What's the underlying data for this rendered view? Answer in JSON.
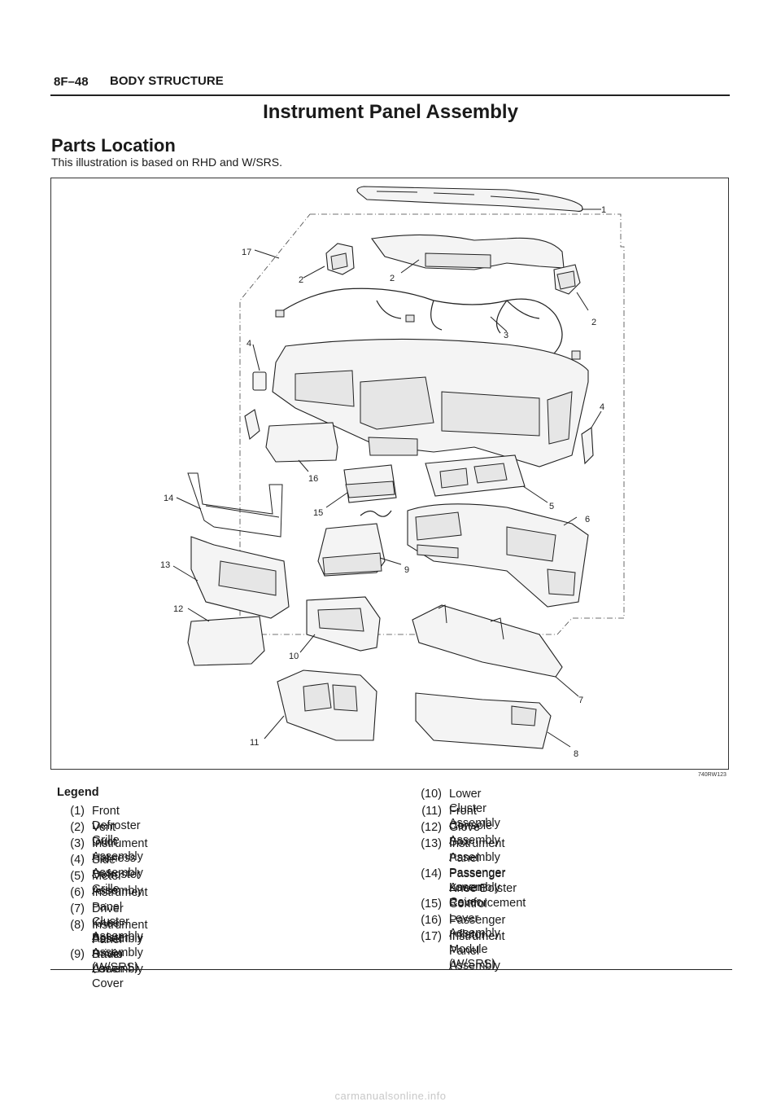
{
  "header": {
    "code": "8F–48",
    "section": "BODY STRUCTURE"
  },
  "title": "Instrument Panel Assembly",
  "subtitle": "Parts Location",
  "intro": "This illustration is based on RHD and W/SRS.",
  "figure": {
    "id": "740RW123",
    "callouts": [
      "1",
      "2",
      "2",
      "2",
      "3",
      "4",
      "4",
      "5",
      "6",
      "7",
      "8",
      "9",
      "10",
      "11",
      "12",
      "13",
      "14",
      "15",
      "16",
      "17"
    ]
  },
  "legend": {
    "title": "Legend",
    "items": [
      {
        "num": "(1)",
        "text": "Front Defroster Grille"
      },
      {
        "num": "(2)",
        "text": "Vent Duct Assembly"
      },
      {
        "num": "(3)",
        "text": "Instrument Harness Assembly"
      },
      {
        "num": "(4)",
        "text": "Side Defroster Grille"
      },
      {
        "num": "(5)",
        "text": "Meter Assembly"
      },
      {
        "num": "(6)",
        "text": "Instrument Panel Cluster Assembly"
      },
      {
        "num": "(7)",
        "text": "Driver Knee Bolster Assembly (W/SRS)"
      },
      {
        "num": "(8)",
        "text": "Instrument Panel Driver Lower Cover",
        "text2": "Assembly"
      },
      {
        "num": "(9)",
        "text": "Radio Assembly"
      },
      {
        "num": "(10)",
        "text": "Lower Cluster Assembly"
      },
      {
        "num": "(11)",
        "text": "Front Console Assembly"
      },
      {
        "num": "(12)",
        "text": "Glove Box"
      },
      {
        "num": "(13)",
        "text": "Instrument Panel Passenger Lower Cover",
        "text2": "Assembly"
      },
      {
        "num": "(14)",
        "text": "Passenger Knee Bolster Reinforcement",
        "text2": "Assembly"
      },
      {
        "num": "(15)",
        "text": "Control Lever Assembly"
      },
      {
        "num": "(16)",
        "text": "Passenger Inflator Module (W/SRS)"
      },
      {
        "num": "(17)",
        "text": "Instrument Panel Assembly"
      }
    ]
  },
  "footer": "carmanualsonline.info"
}
